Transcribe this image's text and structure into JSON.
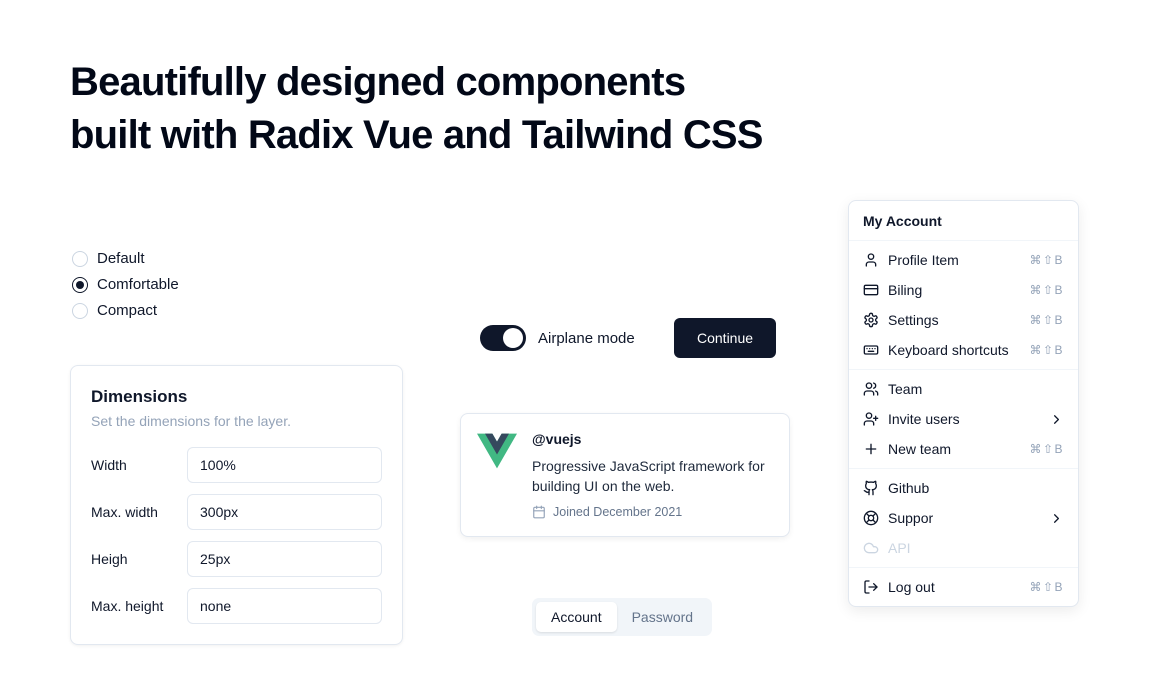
{
  "heading": {
    "line1": "Beautifully designed components",
    "line2": "built with Radix Vue and Tailwind CSS"
  },
  "radio_group": {
    "options": [
      {
        "label": "Default",
        "selected": false
      },
      {
        "label": "Comfortable",
        "selected": true
      },
      {
        "label": "Compact",
        "selected": false
      }
    ]
  },
  "dimensions": {
    "title": "Dimensions",
    "subtitle": "Set the dimensions for the layer.",
    "fields": [
      {
        "label": "Width",
        "value": "100%"
      },
      {
        "label": "Max. width",
        "value": "300px"
      },
      {
        "label": "Heigh",
        "value": "25px"
      },
      {
        "label": "Max. height",
        "value": "none"
      }
    ]
  },
  "airplane": {
    "label": "Airplane mode",
    "on": true
  },
  "continue_button": {
    "label": "Continue"
  },
  "profile_card": {
    "handle": "@vuejs",
    "description": "Progressive JavaScript framework for building UI on the web.",
    "joined": "Joined December 2021"
  },
  "tabs": {
    "items": [
      {
        "label": "Account",
        "active": true
      },
      {
        "label": "Password",
        "active": false
      }
    ]
  },
  "menu": {
    "title": "My Account",
    "groups": [
      {
        "items": [
          {
            "icon": "user-icon",
            "label": "Profile Item",
            "shortcut": "⌘⇧B"
          },
          {
            "icon": "credit-card-icon",
            "label": "Biling",
            "shortcut": "⌘⇧B"
          },
          {
            "icon": "gear-icon",
            "label": "Settings",
            "shortcut": "⌘⇧B"
          },
          {
            "icon": "keyboard-icon",
            "label": "Keyboard shortcuts",
            "shortcut": "⌘⇧B"
          }
        ]
      },
      {
        "items": [
          {
            "icon": "users-icon",
            "label": "Team"
          },
          {
            "icon": "user-plus-icon",
            "label": "Invite users",
            "submenu": true
          },
          {
            "icon": "plus-icon",
            "label": "New team",
            "shortcut": "⌘⇧B"
          }
        ]
      },
      {
        "items": [
          {
            "icon": "github-icon",
            "label": "Github"
          },
          {
            "icon": "life-buoy-icon",
            "label": "Suppor",
            "submenu": true
          },
          {
            "icon": "cloud-icon",
            "label": "API",
            "disabled": true
          }
        ]
      },
      {
        "items": [
          {
            "icon": "log-out-icon",
            "label": "Log out",
            "shortcut": "⌘⇧B"
          }
        ]
      }
    ]
  },
  "colors": {
    "accent": "#0f172a",
    "border": "#e2e8f0",
    "muted": "#94a3b8",
    "vue_green": "#41B883",
    "vue_dark": "#35495E"
  }
}
